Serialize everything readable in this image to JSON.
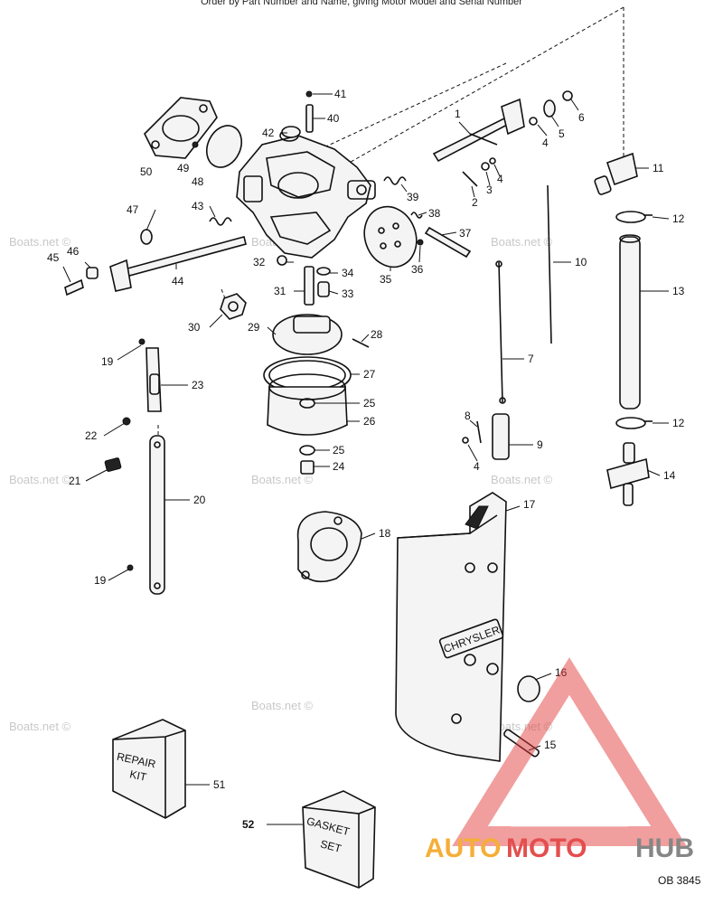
{
  "header_text": "Order by Part Number and Name, giving Motor Model and Serial Number",
  "watermark": "Boats.net ©",
  "brand_label": "CHRYSLER",
  "repair_kit_label": [
    "REPAIR",
    "KIT"
  ],
  "gasket_set_label": [
    "GASKET",
    "SET"
  ],
  "logo_text": {
    "auto": "AUTO",
    "moto": "MOTO",
    "hub": "HUB"
  },
  "figure_code": "OB 3845",
  "callouts": {
    "c1": "1",
    "c2": "2",
    "c3": "3",
    "c4a": "4",
    "c4b": "4",
    "c4c": "4",
    "c5": "5",
    "c6": "6",
    "c7": "7",
    "c8": "8",
    "c9": "9",
    "c10": "10",
    "c11": "11",
    "c12a": "12",
    "c12b": "12",
    "c13": "13",
    "c14": "14",
    "c15": "15",
    "c16": "16",
    "c17": "17",
    "c18": "18",
    "c19a": "19",
    "c19b": "19",
    "c20": "20",
    "c21": "21",
    "c22": "22",
    "c23": "23",
    "c24": "24",
    "c25a": "25",
    "c25b": "25",
    "c26": "26",
    "c27": "27",
    "c28": "28",
    "c29": "29",
    "c30": "30",
    "c31": "31",
    "c32": "32",
    "c33": "33",
    "c34": "34",
    "c35": "35",
    "c36": "36",
    "c37": "37",
    "c38": "38",
    "c39": "39",
    "c40": "40",
    "c41": "41",
    "c42": "42",
    "c43": "43",
    "c44": "44",
    "c45": "45",
    "c46": "46",
    "c47": "47",
    "c48": "48",
    "c49": "49",
    "c50": "50",
    "c51": "51",
    "c52": "52"
  },
  "colors": {
    "line": "#111111",
    "watermark": "#c8c8c8",
    "logo_red": "#e23b3b",
    "logo_orange": "#f5a623",
    "logo_gray": "#7a7a7a"
  }
}
